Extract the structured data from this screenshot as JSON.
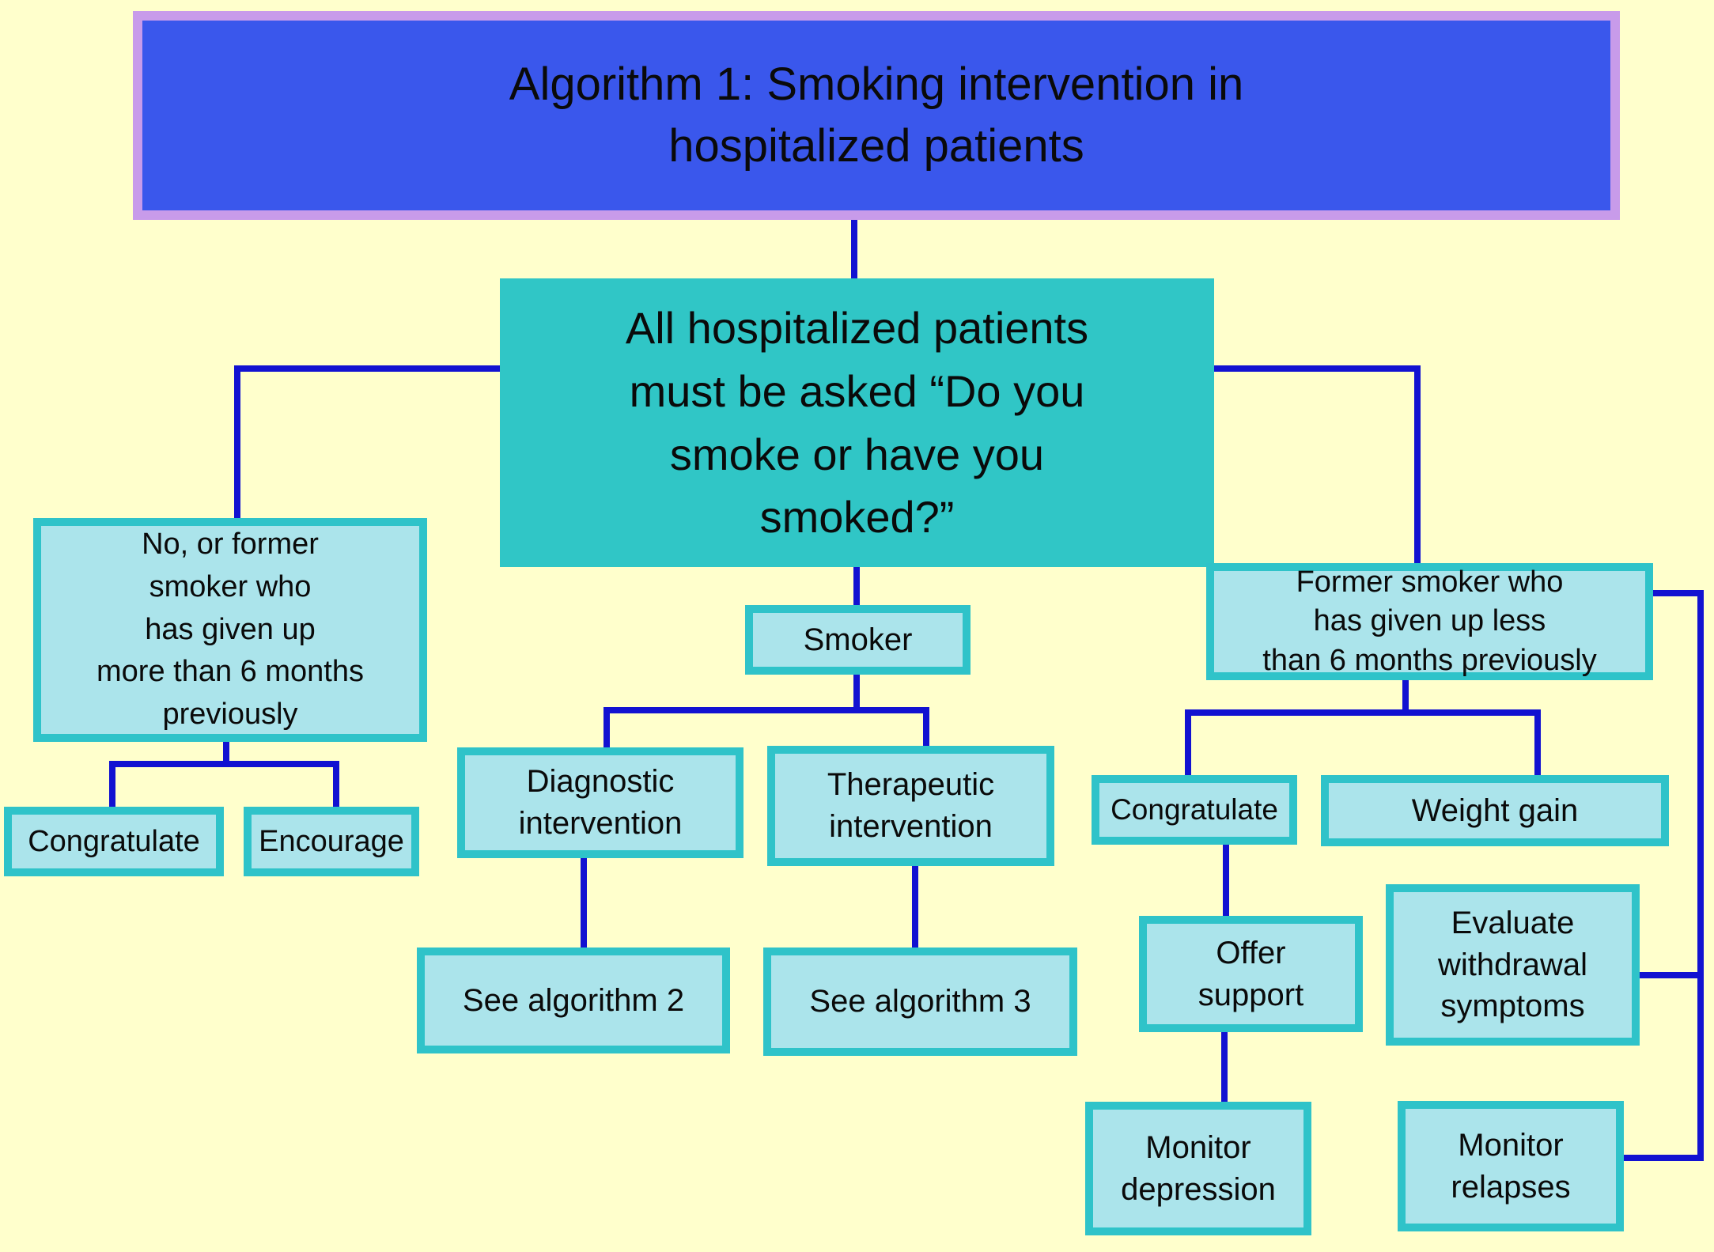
{
  "colors": {
    "bg": "#FFFFCC",
    "title_fill": "#3A57EC",
    "title_border": "#C89BEA",
    "question_fill": "#30C6C6",
    "node_fill": "#ABE4EB",
    "node_border": "#2FC3C9",
    "connector": "#1212D1",
    "text": "#0A0A0A"
  },
  "nodes": {
    "title": {
      "text": "Algorithm 1: Smoking intervention in\nhospitalized patients"
    },
    "question": {
      "text": "All hospitalized patients\nmust be asked “Do you\nsmoke or have you\nsmoked?”"
    },
    "no_or_former_smoker": {
      "text": "No, or former\nsmoker who\nhas given up\nmore than 6 months\npreviously"
    },
    "congratulate_left": {
      "text": "Congratulate"
    },
    "encourage": {
      "text": "Encourage"
    },
    "smoker": {
      "text": "Smoker"
    },
    "diagnostic_intervention": {
      "text": "Diagnostic\nintervention"
    },
    "therapeutic_intervention": {
      "text": "Therapeutic\nintervention"
    },
    "see_algorithm_2": {
      "text": "See algorithm 2"
    },
    "see_algorithm_3": {
      "text": "See algorithm 3"
    },
    "former_smoker_recent": {
      "text": "Former smoker who\nhas given up less\nthan 6 months previously"
    },
    "congratulate_right": {
      "text": "Congratulate"
    },
    "weight_gain": {
      "text": "Weight gain"
    },
    "offer_support": {
      "text": "Offer\nsupport"
    },
    "evaluate_withdrawal": {
      "text": "Evaluate\nwithdrawal\nsymptoms"
    },
    "monitor_depression": {
      "text": "Monitor\ndepression"
    },
    "monitor_relapses": {
      "text": "Monitor\nrelapses"
    }
  }
}
